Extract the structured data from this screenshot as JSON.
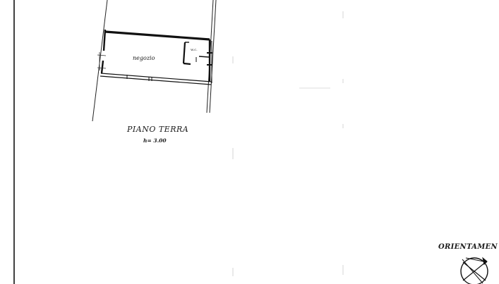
{
  "plan": {
    "room_label": "negozio",
    "wc_label": "w.c.",
    "floor_title": "PIANO TERRA",
    "floor_height": "h= 3.00"
  },
  "orientation": {
    "label": "ORIENTAMEN",
    "icon": "compass-rose-icon"
  },
  "colors": {
    "ink": "#1a1a1a",
    "paper": "#ffffff"
  }
}
